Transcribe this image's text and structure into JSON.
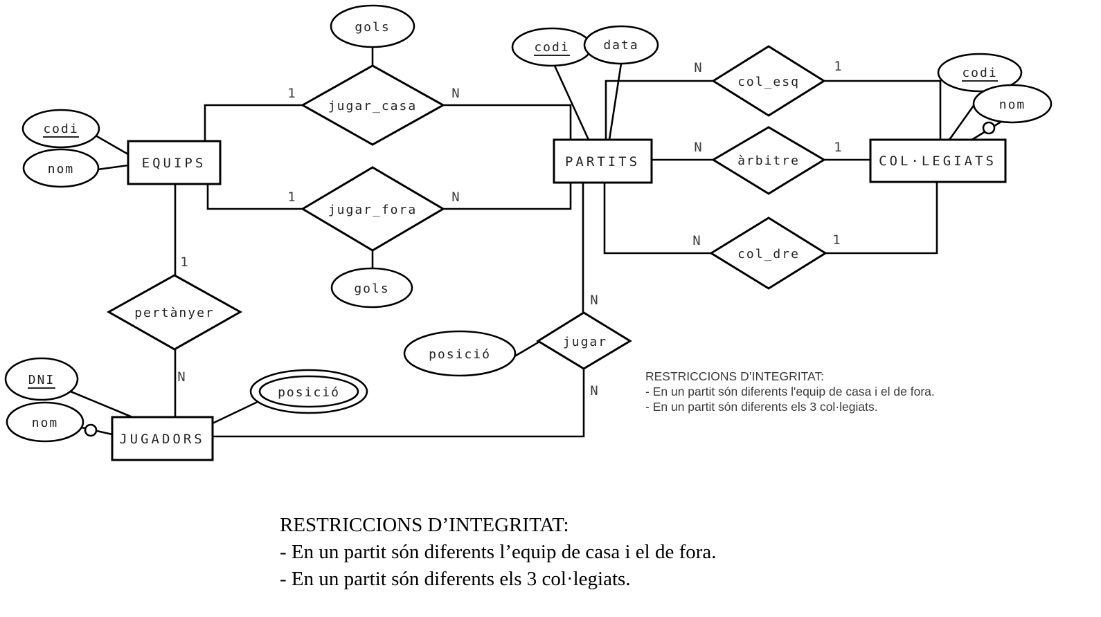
{
  "entities": {
    "equips": "EQUIPS",
    "partits": "PARTITS",
    "collegiats": "COL·LEGIATS",
    "jugadors": "JUGADORS"
  },
  "relationships": {
    "jugar_casa": "jugar_casa",
    "jugar_fora": "jugar_fora",
    "pertanyer": "pertànyer",
    "col_esq": "col_esq",
    "arbitre": "àrbitre",
    "col_dre": "col_dre",
    "jugar": "jugar"
  },
  "attributes": {
    "equips_codi": "codi",
    "equips_nom": "nom",
    "partits_codi": "codi",
    "partits_data": "data",
    "collegiats_codi": "codi",
    "collegiats_nom": "nom",
    "jugadors_dni": "DNI",
    "jugadors_nom": "nom",
    "jugadors_posicio": "posició",
    "jugar_casa_gols": "gols",
    "jugar_fora_gols": "gols",
    "jugar_posicio": "posició"
  },
  "cardinalities": {
    "jugar_casa_left": "1",
    "jugar_casa_right": "N",
    "jugar_fora_left": "1",
    "jugar_fora_right": "N",
    "pertanyer_top": "1",
    "pertanyer_bottom": "N",
    "col_esq_left": "N",
    "col_esq_right": "1",
    "arbitre_left": "N",
    "arbitre_right": "1",
    "col_dre_left": "N",
    "col_dre_right": "1",
    "jugar_top": "N",
    "jugar_bottom": "N"
  },
  "notes_diagram": {
    "title": "RESTRICCIONS D’INTEGRITAT:",
    "line1": "- En un partit són diferents l'equip de casa i el de fora.",
    "line2": "- En un partit són diferents els 3 col·legiats."
  },
  "notes_bottom": {
    "title": "RESTRICCIONS D’INTEGRITAT:",
    "line1": "- En un partit són diferents l’equip de casa i el de fora.",
    "line2": "- En un partit són diferents els 3 col·legiats."
  },
  "colors": {
    "line": "#000000",
    "label": "#222222",
    "cardinality": "#3d3d3d",
    "note_gray": "#3a3a3a"
  }
}
